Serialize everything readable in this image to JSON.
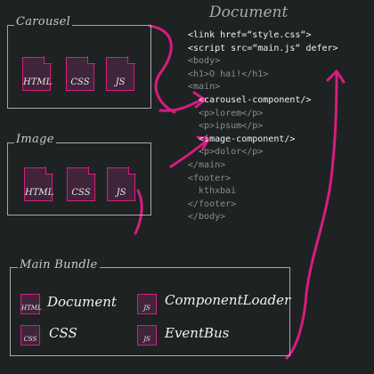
{
  "document": {
    "title": "Document",
    "lines": [
      {
        "text": "<link href=“style.css“>",
        "style": "hl"
      },
      {
        "text": "<script src=“main.js“ defer>",
        "style": "hl"
      },
      {
        "text": "<body>",
        "style": "dim"
      },
      {
        "text": "<h1>O hai!</h1>",
        "style": "dim"
      },
      {
        "text": "<main>",
        "style": "dim"
      },
      {
        "text": "  <carousel-component/>",
        "style": "hl"
      },
      {
        "text": "  <p>lorem</p>",
        "style": "dim"
      },
      {
        "text": "  <p>ipsum</p>",
        "style": "dim"
      },
      {
        "text": "  <image-component/>",
        "style": "hl"
      },
      {
        "text": "  <p>dolor</p>",
        "style": "dim"
      },
      {
        "text": "</main>",
        "style": "dim"
      },
      {
        "text": "<footer>",
        "style": "dim"
      },
      {
        "text": "  kthxbai",
        "style": "dim"
      },
      {
        "text": "</footer>",
        "style": "dim"
      },
      {
        "text": "</body>",
        "style": "dim"
      }
    ]
  },
  "carousel": {
    "label": "Carousel",
    "files": [
      "HTML",
      "CSS",
      "JS"
    ]
  },
  "image": {
    "label": "Image",
    "files": [
      "HTML",
      "CSS",
      "JS"
    ]
  },
  "bundle": {
    "label": "Main Bundle",
    "items": [
      {
        "icon": "HTML",
        "label": "Document"
      },
      {
        "icon": "JS",
        "label": "ComponentLoader"
      },
      {
        "icon": "CSS",
        "label": "CSS"
      },
      {
        "icon": "JS",
        "label": "EventBus"
      }
    ]
  },
  "colors": {
    "background": "#1f2222",
    "accent": "#d61d80",
    "outline": "#a7aaaa",
    "text": "#f1f2f2"
  }
}
